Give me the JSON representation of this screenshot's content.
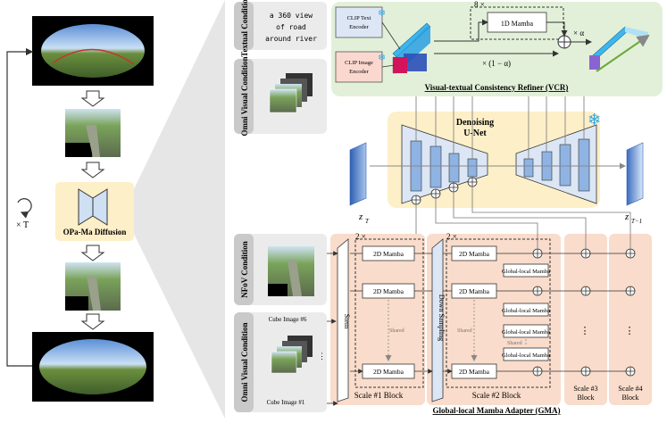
{
  "left_pipeline": {
    "repeat_label": "× T",
    "model_label": "OPa-Ma Diffusion"
  },
  "conditions": {
    "textual": "Textual Condition",
    "textual_prompt": [
      "a 360 view",
      "of road",
      "around river"
    ],
    "omni_visual_top": "Omni Visual Condition",
    "nfov": "NFoV Condition",
    "omni_visual_bottom": "Omni Visual Condition",
    "cube_image_top": "Cube Image #6",
    "cube_image_bottom": "Cube Image #1"
  },
  "vcr": {
    "clip_text": [
      "CLIP Text",
      "Encoder"
    ],
    "clip_image": [
      "CLIP Image",
      "Encoder"
    ],
    "mamba_1d": "1D Mamba",
    "repeat": "8 ×",
    "alpha": "× α",
    "one_minus_alpha": "× (1 − α)",
    "title": "Visual-textual Consistency Refiner (VCR)"
  },
  "unet": {
    "title_line1": "Denoising",
    "title_line2": "U-Net",
    "z_in": "z",
    "z_in_sub": "T",
    "z_out": "z",
    "z_out_sub": "T−1"
  },
  "gma": {
    "stem": "Stem",
    "down_sampling": "Down Sampling",
    "repeat1": "2 ×",
    "repeat2": "2 ×",
    "mamba_2d": "2D Mamba",
    "global_local": "Global-local Mamba",
    "shared": "Shared",
    "scale1": "Scale #1 Block",
    "scale2": "Scale #2 Block",
    "scale3": [
      "Scale #3",
      "Block"
    ],
    "scale4": [
      "Scale #4",
      "Block"
    ],
    "title": "Global-local Mamba Adapter (GMA)"
  },
  "colors": {
    "vcr_bg": "#e2f0d9",
    "unet_bg": "#fdefc8",
    "gma_bg": "#f9dccb",
    "cond_bg": "#ebebeb",
    "cond_tab": "#c9c9c9",
    "mamba_box": "#ffffff",
    "unet_block": "#8fb4e3",
    "snowflake": "#2ea7e6"
  }
}
